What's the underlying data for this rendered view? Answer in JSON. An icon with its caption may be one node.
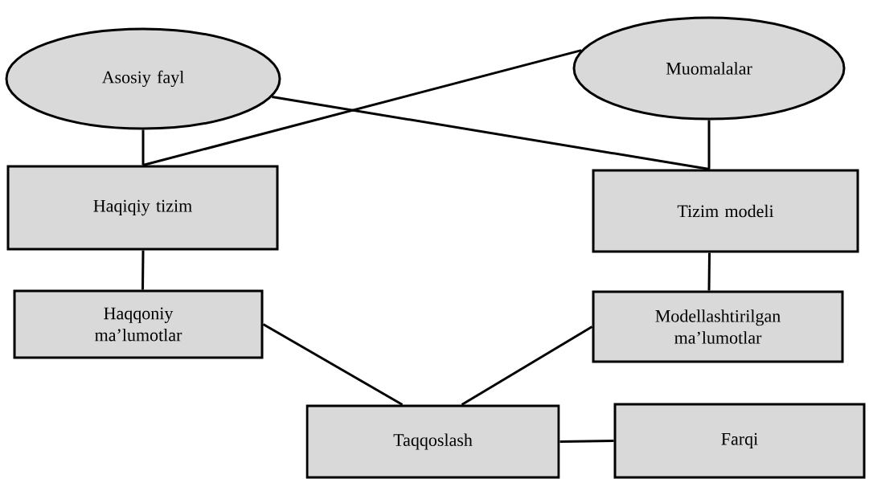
{
  "diagram": {
    "nodes": [
      {
        "text": [
          "Asosiy fayl"
        ]
      },
      {
        "text": [
          "Muomalalar"
        ]
      },
      {
        "text": [
          "Haqiqiy tizim"
        ]
      },
      {
        "text": [
          "Tizim modeli"
        ]
      },
      {
        "text": [
          "Haqqoniy ma’lumotlar"
        ]
      },
      {
        "text": [
          "Modellashtirilgan ma’lumotlar"
        ]
      },
      {
        "text": [
          "Taqqoslash"
        ]
      },
      {
        "text": [
          "Farqi"
        ]
      }
    ],
    "edges": [
      {
        "from": 0,
        "to": 2,
        "arrow": "none"
      },
      {
        "from": 0,
        "to": 3,
        "arrow": "none"
      },
      {
        "from": 1,
        "to": 2,
        "arrow": "none"
      },
      {
        "from": 1,
        "to": 3,
        "arrow": "none"
      },
      {
        "from": 2,
        "to": 4,
        "arrow": "none"
      },
      {
        "from": 3,
        "to": 5,
        "arrow": "none"
      },
      {
        "from": 4,
        "to": 6,
        "arrow": "none"
      },
      {
        "from": 5,
        "to": 6,
        "arrow": "none"
      },
      {
        "from": 6,
        "to": 7,
        "arrow": "none"
      }
    ]
  }
}
